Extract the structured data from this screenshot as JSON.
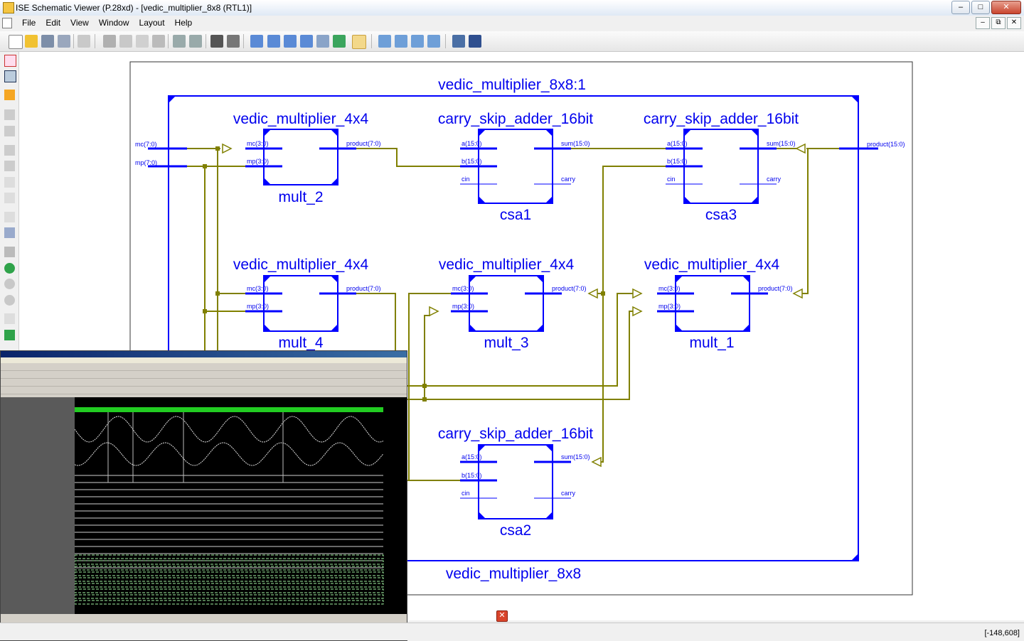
{
  "window": {
    "title": "ISE Schematic Viewer (P.28xd) - [vedic_multiplier_8x8 (RTL1)]",
    "min_icon": "minimize-icon",
    "max_icon": "maximize-icon",
    "close_icon": "close-icon"
  },
  "menu": [
    "File",
    "Edit",
    "View",
    "Window",
    "Layout",
    "Help"
  ],
  "status": {
    "coords": "[-148,608]"
  },
  "schematic": {
    "top_label": "vedic_multiplier_8x8:1",
    "bottom_label": "vedic_multiplier_8x8",
    "ports_in": [
      "mc(7:0)",
      "mp(7:0)"
    ],
    "port_out": "product(15:0)",
    "blocks": [
      {
        "type": "vedic_multiplier_4x4",
        "inst": "mult_2",
        "pins_l": [
          "mc(3:0)",
          "mp(3:0)"
        ],
        "pins_r": [
          "product(7:0)"
        ]
      },
      {
        "type": "carry_skip_adder_16bit",
        "inst": "csa1",
        "pins_l": [
          "a(15:0)",
          "b(15:0)",
          "cin"
        ],
        "pins_r": [
          "sum(15:0)",
          "carry"
        ]
      },
      {
        "type": "carry_skip_adder_16bit",
        "inst": "csa3",
        "pins_l": [
          "a(15:0)",
          "b(15:0)",
          "cin"
        ],
        "pins_r": [
          "sum(15:0)",
          "carry"
        ]
      },
      {
        "type": "vedic_multiplier_4x4",
        "inst": "mult_4",
        "pins_l": [
          "mc(3:0)",
          "mp(3:0)"
        ],
        "pins_r": [
          "product(7:0)"
        ]
      },
      {
        "type": "vedic_multiplier_4x4",
        "inst": "mult_3",
        "pins_l": [
          "mc(3:0)",
          "mp(3:0)"
        ],
        "pins_r": [
          "product(7:0)"
        ]
      },
      {
        "type": "vedic_multiplier_4x4",
        "inst": "mult_1",
        "pins_l": [
          "mc(3:0)",
          "mp(3:0)"
        ],
        "pins_r": [
          "product(7:0)"
        ]
      },
      {
        "type": "carry_skip_adder_16bit",
        "inst": "csa2",
        "pins_l": [
          "a(15:0)",
          "b(15:0)",
          "cin"
        ],
        "pins_r": [
          "sum(15:0)",
          "carry"
        ]
      }
    ]
  },
  "colors": {
    "block": "#0000ff",
    "wire": "#808000",
    "accent_green": "#22cc22"
  }
}
